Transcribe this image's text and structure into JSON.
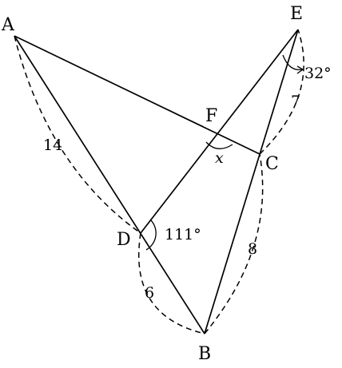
{
  "points": {
    "A": "A",
    "B": "B",
    "C": "C",
    "D": "D",
    "E": "E",
    "F": "F"
  },
  "labels": {
    "ad": "14",
    "db": "6",
    "bc": "8",
    "ce": "7",
    "angle_d": "111°",
    "angle_e": "32°",
    "angle_f": "x"
  }
}
